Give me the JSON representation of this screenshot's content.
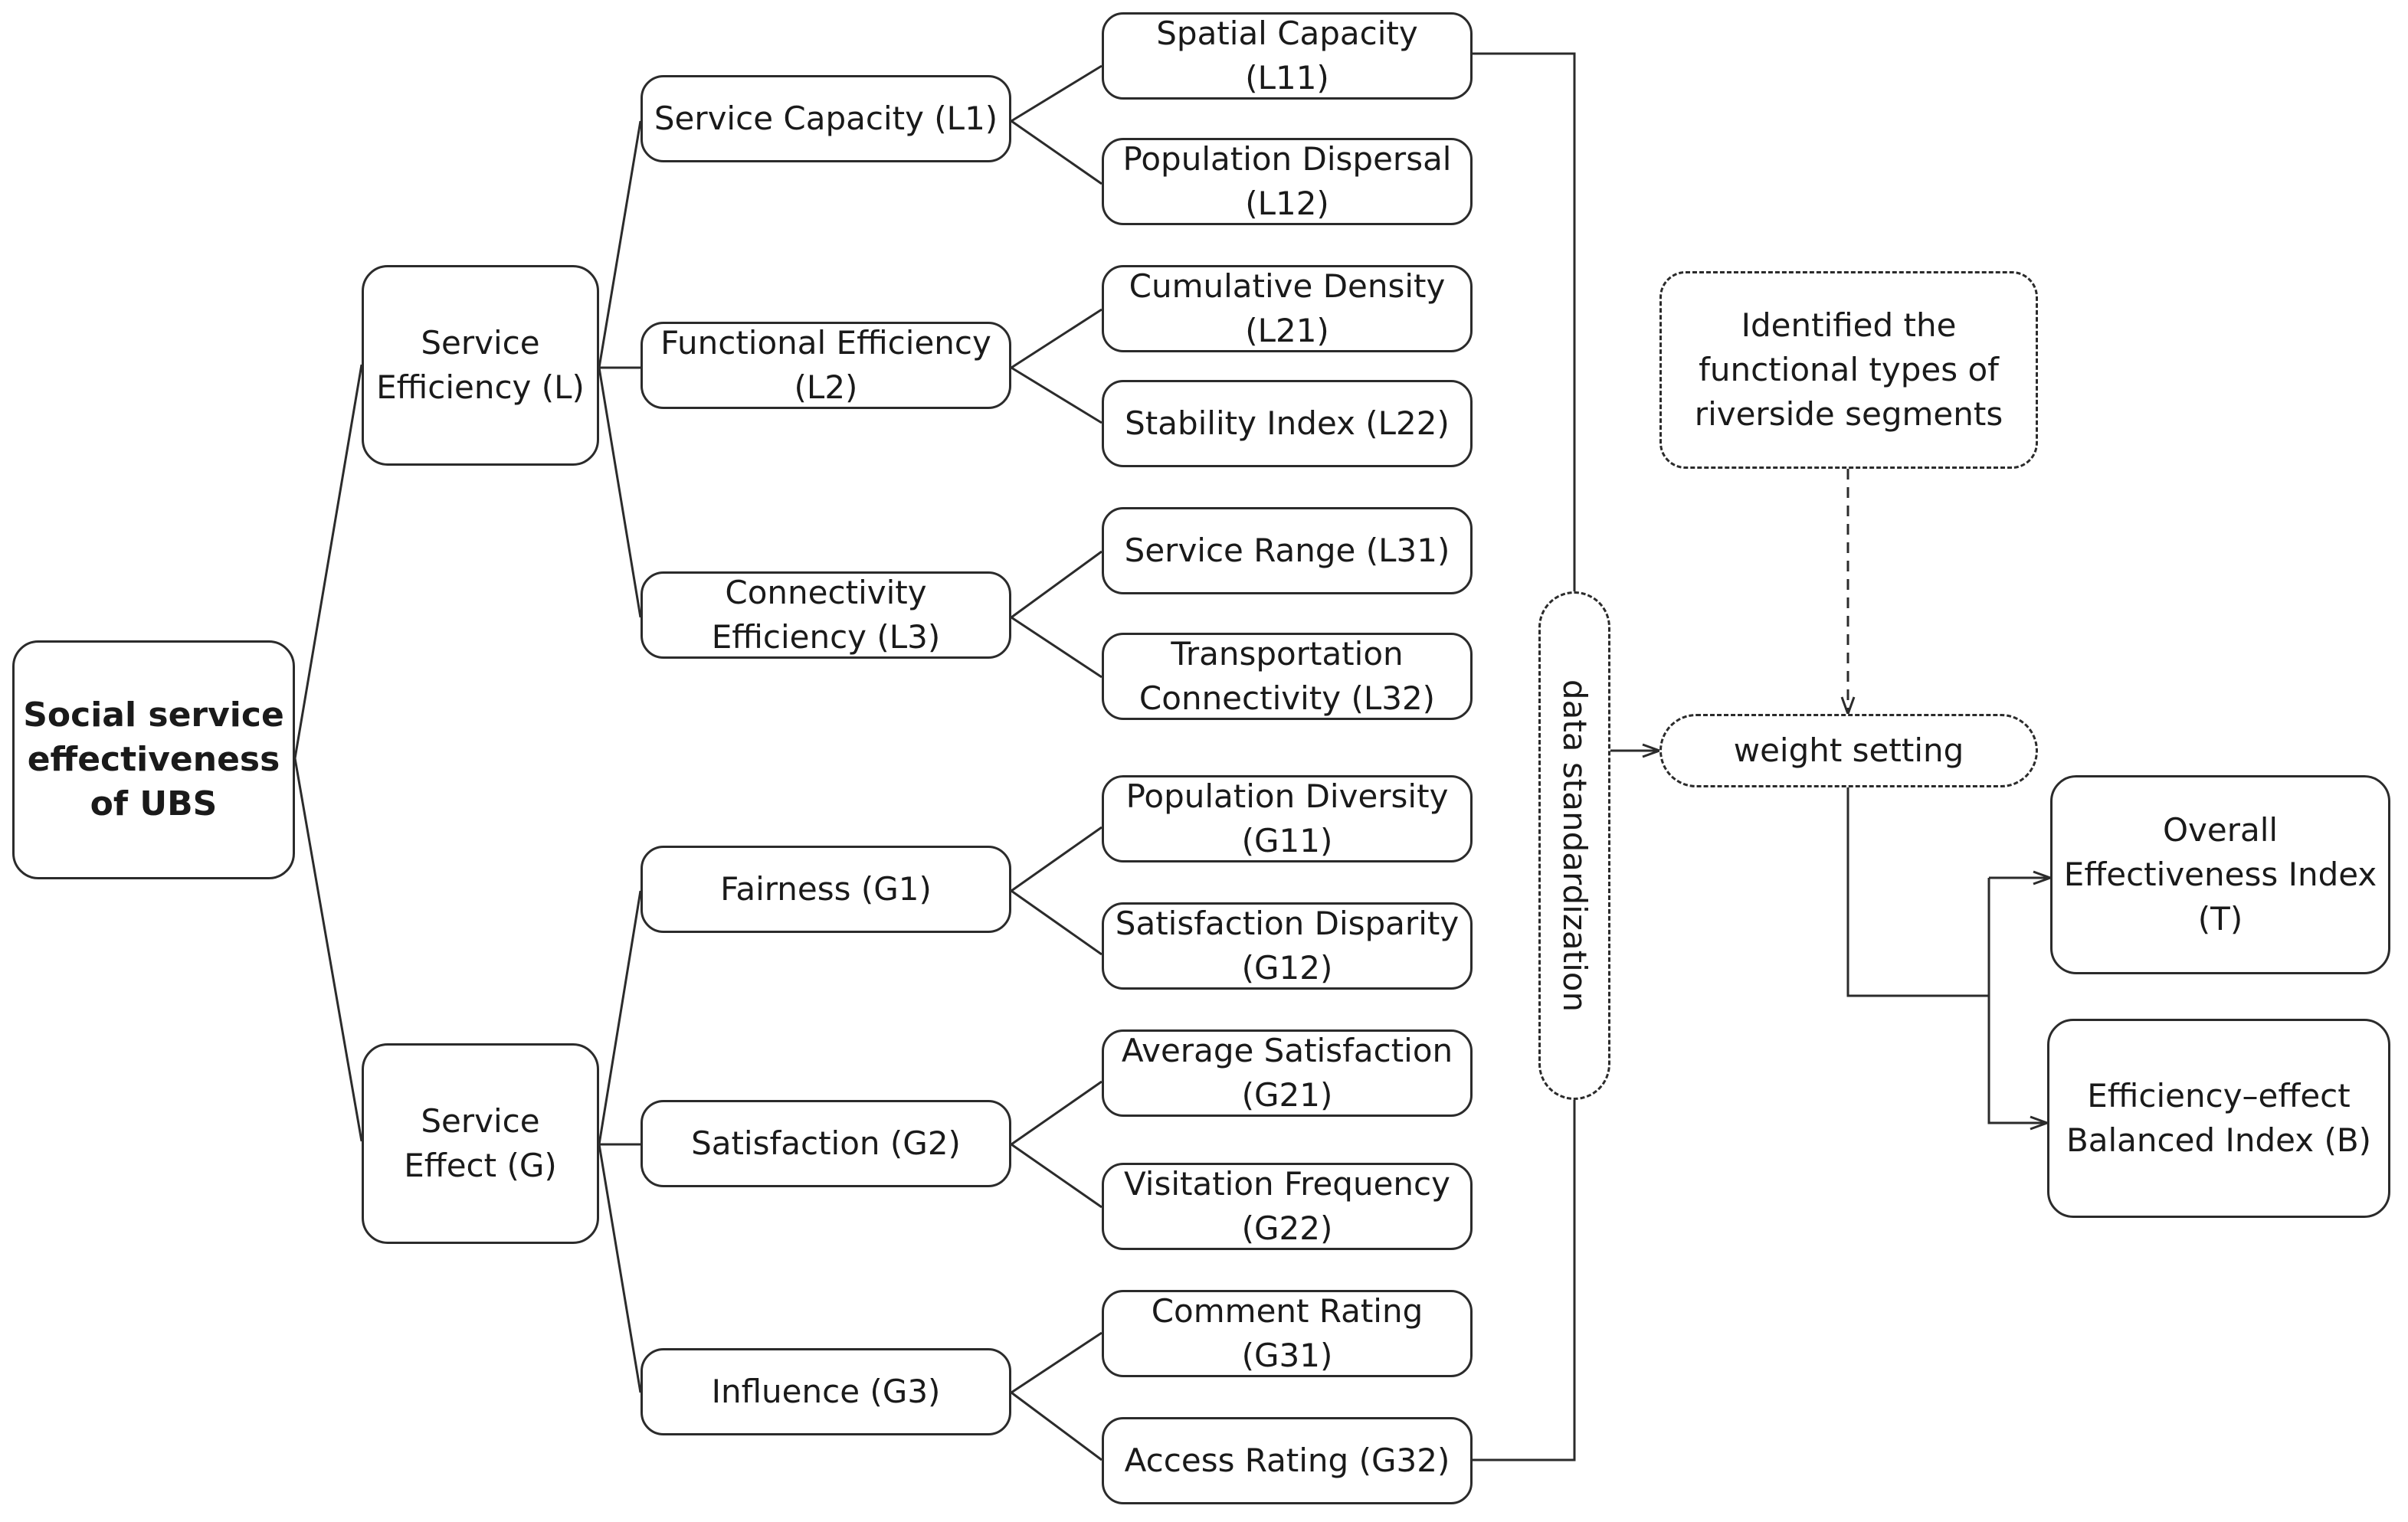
{
  "root": "Social service effectiveness of UBS",
  "level1": {
    "efficiency": "Service Efficiency (L)",
    "effect": "Service Effect (G)"
  },
  "level2": {
    "L1": "Service Capacity (L1)",
    "L2": "Functional Efficiency (L2)",
    "L3": "Connectivity Efficiency (L3)",
    "G1": "Fairness (G1)",
    "G2": "Satisfaction (G2)",
    "G3": "Influence (G3)"
  },
  "level3": {
    "L11": "Spatial Capacity (L11)",
    "L12": "Population Dispersal (L12)",
    "L21": "Cumulative Density (L21)",
    "L22": "Stability Index (L22)",
    "L31": "Service Range (L31)",
    "L32": "Transportation Connectivity (L32)",
    "G11": "Population Diversity (G11)",
    "G12": "Satisfaction Disparity (G12)",
    "G21": "Average Satisfaction (G21)",
    "G22": "Visitation Frequency (G22)",
    "G31": "Comment Rating (G31)",
    "G32": "Access Rating (G32)"
  },
  "process": {
    "standardization": "data standardization",
    "functional_types": "Identified the functional types of riverside segments",
    "weight_setting": "weight setting"
  },
  "outputs": {
    "overall": "Overall Effectiveness Index (T)",
    "balanced": "Efficiency–effect Balanced Index (B)"
  },
  "colors": {
    "stroke": "#2b2b2b",
    "text": "#1a1a1a"
  }
}
